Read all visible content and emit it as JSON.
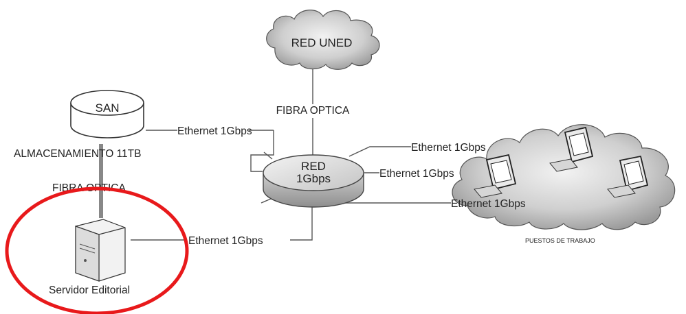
{
  "nodes": {
    "cloud_top": "RED UNED",
    "san": "SAN",
    "storage": "ALMACENAMIENTO 11TB",
    "router_line1": "RED",
    "router_line2": "1Gbps",
    "server": "Servidor Editorial",
    "workstations": "PUESTOS DE TRABAJO"
  },
  "links": {
    "fiber_top": "FIBRA OPTICA",
    "fiber_left": "FIBRA OPTICA",
    "eth_san": "Ethernet 1Gbps",
    "eth_ws_top": "Ethernet 1Gbps",
    "eth_ws_mid": "Ethernet 1Gbps",
    "eth_ws_bottom": "Ethernet 1Gbps",
    "eth_server": "Ethernet 1Gbps"
  },
  "colors": {
    "highlight": "#e8191b",
    "cloud_fill": "#dcdcdc",
    "router_fill": "#d9d9d9",
    "line": "#444444"
  }
}
